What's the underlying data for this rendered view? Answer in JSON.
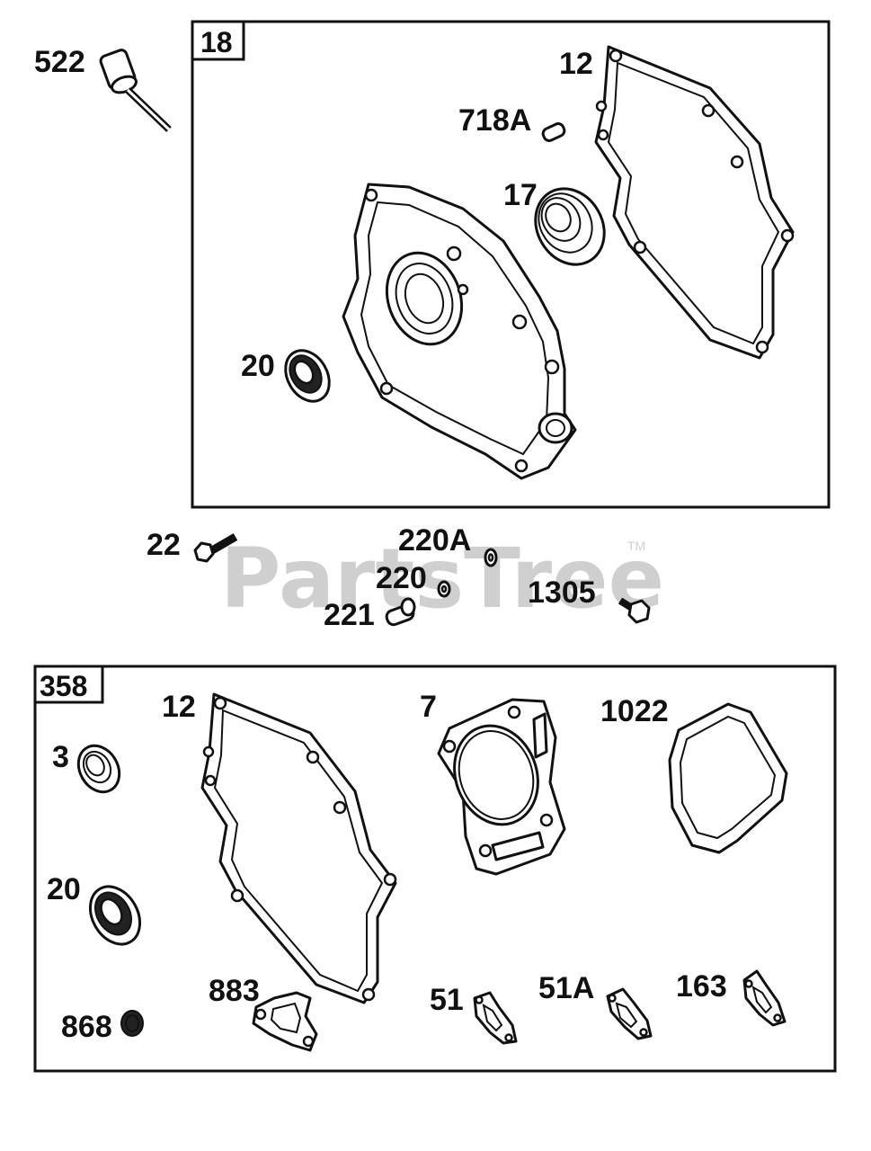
{
  "watermark": {
    "text": "PartsTree",
    "trademark": "TM"
  },
  "group_18": {
    "box_label": "18",
    "labels": {
      "oil_dipstick": "522",
      "gasket": "12",
      "dowel_pin": "718A",
      "bearing": "17",
      "oil_seal": "20"
    }
  },
  "loose_parts": {
    "labels": {
      "bolt": "22",
      "washer_a": "220A",
      "washer": "220",
      "pin": "221",
      "screw": "1305"
    }
  },
  "group_358": {
    "box_label": "358",
    "labels": {
      "oil_seal_small": "3",
      "crankcase_gasket": "12",
      "head_gasket": "7",
      "valve_cover_gasket": "1022",
      "oil_seal": "20",
      "intake_gasket": "883",
      "gasket_51": "51",
      "gasket_51a": "51A",
      "muffler_gasket": "163",
      "seal_868": "868"
    }
  }
}
